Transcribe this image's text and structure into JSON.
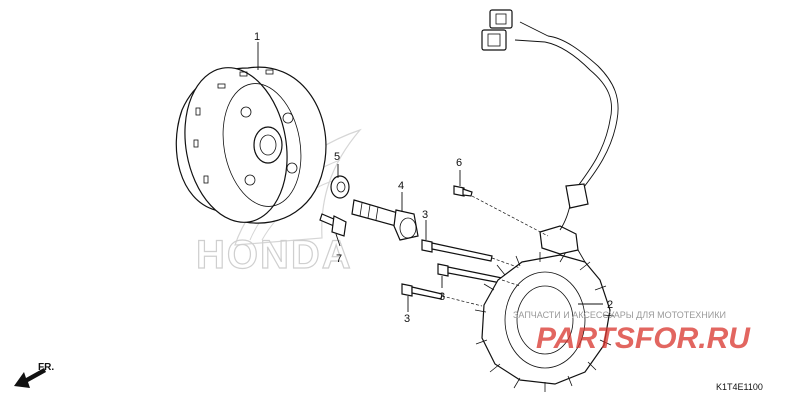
{
  "callouts": [
    {
      "id": "1",
      "label": "1"
    },
    {
      "id": "2",
      "label": "2"
    },
    {
      "id": "3a",
      "label": "3"
    },
    {
      "id": "3b",
      "label": "3"
    },
    {
      "id": "3c",
      "label": "3"
    },
    {
      "id": "4",
      "label": "4"
    },
    {
      "id": "5",
      "label": "5"
    },
    {
      "id": "6",
      "label": "6"
    },
    {
      "id": "7",
      "label": "7"
    }
  ],
  "watermark": {
    "logo_text": "HONDA",
    "shop_caption": "ЗАПЧАСТИ И АКСЕССУАРЫ ДЛЯ МОТОТЕХНИКИ",
    "shop_brand": "PARTSFOR.RU"
  },
  "direction_label": "FR.",
  "diagram_code": "K1T4E1100"
}
